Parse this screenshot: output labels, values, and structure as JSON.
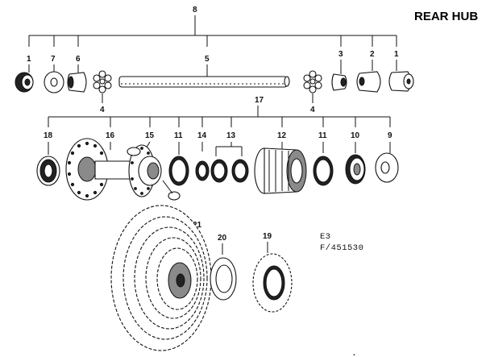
{
  "title": "REAR HUB",
  "model": {
    "line1": "E3",
    "line2": "F/451530"
  },
  "callouts": {
    "c8": "8",
    "c1a": "1",
    "c7": "7",
    "c6": "6",
    "c5": "5",
    "c3": "3",
    "c2": "2",
    "c1b": "1",
    "c4a": "4",
    "c4b": "4",
    "c17": "17",
    "c18": "18",
    "c16": "16",
    "c15": "15",
    "c11a": "11",
    "c14": "14",
    "c13": "13",
    "c12": "12",
    "c11b": "11",
    "c10": "10",
    "c9": "9",
    "c21": "21",
    "c20": "20",
    "c19": "19"
  },
  "footer_mark": "."
}
